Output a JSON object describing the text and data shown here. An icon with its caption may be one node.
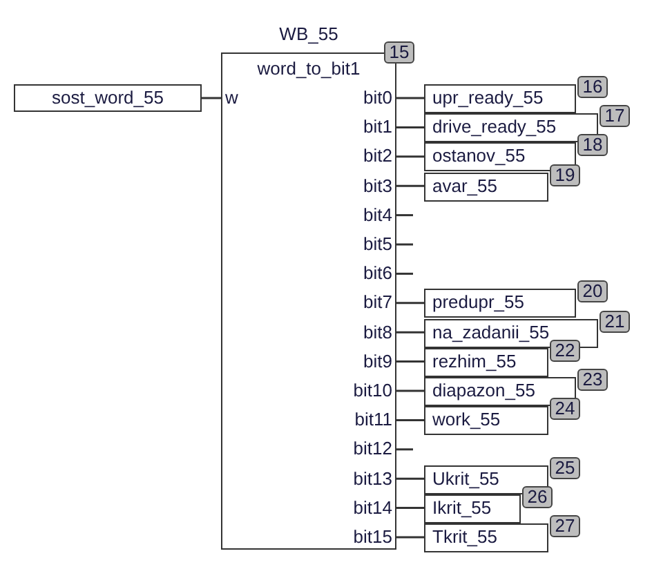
{
  "diagram": {
    "nodes": [
      {
        "text": [
          "sost_word_55"
        ]
      },
      {
        "text": [
          "WB_55",
          "word_to_bit1"
        ],
        "beside": [
          "15"
        ]
      },
      {
        "text": [
          "upr_ready_55"
        ],
        "beside": [
          "16"
        ]
      },
      {
        "text": [
          "drive_ready_55"
        ],
        "beside": [
          "17"
        ]
      },
      {
        "text": [
          "ostanov_55"
        ],
        "beside": [
          "18"
        ]
      },
      {
        "text": [
          "avar_55"
        ],
        "beside": [
          "19"
        ]
      },
      {
        "text": [
          "predupr_55"
        ],
        "beside": [
          "20"
        ]
      },
      {
        "text": [
          "na_zadanii_55"
        ],
        "beside": [
          "21"
        ]
      },
      {
        "text": [
          "rezhim_55"
        ],
        "beside": [
          "22"
        ]
      },
      {
        "text": [
          "diapazon_55"
        ],
        "beside": [
          "23"
        ]
      },
      {
        "text": [
          "work_55"
        ],
        "beside": [
          "24"
        ]
      },
      {
        "text": [
          "Ukrit_55"
        ],
        "beside": [
          "25"
        ]
      },
      {
        "text": [
          "Ikrit_55"
        ],
        "beside": [
          "26"
        ]
      },
      {
        "text": [
          "Tkrit_55"
        ],
        "beside": [
          "27"
        ]
      }
    ],
    "edges": [
      {
        "from": 0,
        "to": 1,
        "arrow": "none"
      },
      {
        "from": 1,
        "to": 2,
        "arrow": "none"
      },
      {
        "from": 1,
        "to": 3,
        "arrow": "none"
      },
      {
        "from": 1,
        "to": 4,
        "arrow": "none"
      },
      {
        "from": 1,
        "to": 5,
        "arrow": "none"
      },
      {
        "from": 1,
        "to": 6,
        "arrow": "none"
      },
      {
        "from": 1,
        "to": 7,
        "arrow": "none"
      },
      {
        "from": 1,
        "to": 8,
        "arrow": "none"
      },
      {
        "from": 1,
        "to": 9,
        "arrow": "none"
      },
      {
        "from": 1,
        "to": 10,
        "arrow": "none"
      },
      {
        "from": 1,
        "to": 11,
        "arrow": "none"
      },
      {
        "from": 1,
        "to": 12,
        "arrow": "none"
      },
      {
        "from": 1,
        "to": 13,
        "arrow": "none"
      }
    ],
    "labels": [
      "w",
      "bit0",
      "bit1",
      "bit2",
      "bit3",
      "bit4",
      "bit5",
      "bit6",
      "bit7",
      "bit8",
      "bit9",
      "bit10",
      "bit11",
      "bit12",
      "bit13",
      "bit14",
      "bit15"
    ]
  }
}
